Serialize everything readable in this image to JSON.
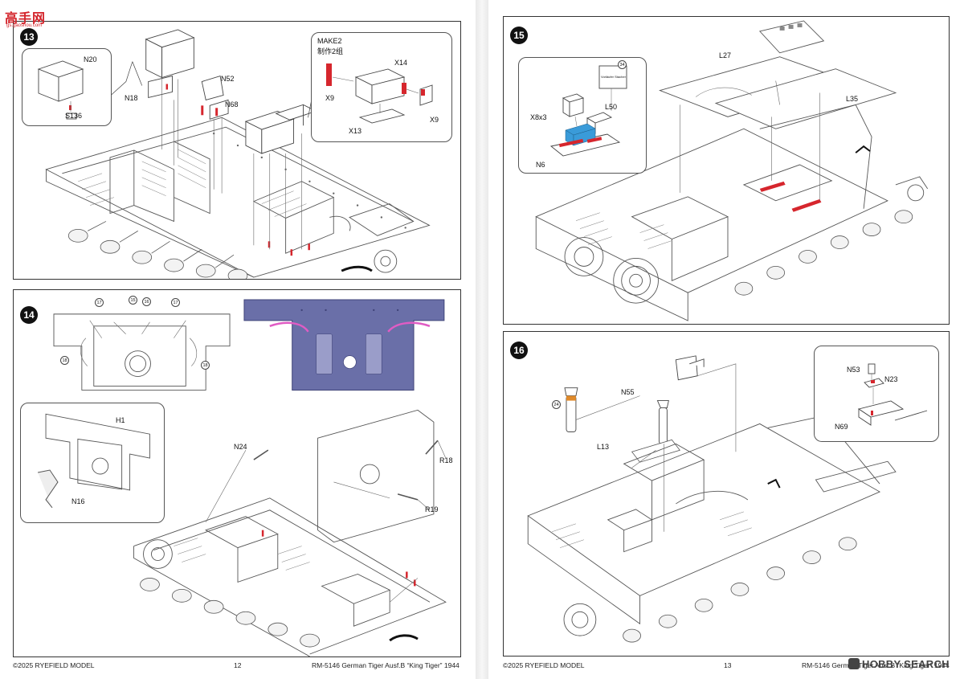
{
  "watermark": {
    "logo_text": "高手网",
    "url": "gs.gaoshou.com"
  },
  "left_page": {
    "footer_left": "©2025 RYEFIELD MODEL",
    "page_number": "12",
    "footer_right": "RM-5146 German Tiger Ausf.B “King Tiger” 1944",
    "step13": {
      "number": "13",
      "parts": [
        "N20",
        "S136",
        "N18",
        "N52",
        "N68"
      ],
      "make_box": {
        "title": "MAKE2",
        "subtitle": "制作2组",
        "parts": [
          "X14",
          "X9",
          "X9",
          "X13"
        ]
      }
    },
    "step14": {
      "number": "14",
      "callouts_top": [
        "17",
        "15",
        "16",
        "17",
        "18",
        "18"
      ],
      "parts": [
        "H1",
        "N16",
        "N24",
        "R18",
        "R19"
      ]
    }
  },
  "right_page": {
    "footer_left": "©2025 RYEFIELD MODEL",
    "page_number": "13",
    "footer_right": "RM-5146 German Tiger Ausf.B “King Tiger” 1944",
    "step15": {
      "number": "15",
      "parts": [
        "L27",
        "L35",
        "X8x3",
        "L50",
        "N6"
      ],
      "callouts": [
        "34"
      ],
      "sticker_text": "Vorläufer Stacher"
    },
    "step16": {
      "number": "16",
      "parts": [
        "N55",
        "L13",
        "N53",
        "N23",
        "N69"
      ],
      "callouts": [
        "24"
      ]
    }
  },
  "hobby_search": {
    "text": "HOBBY SEARCH"
  },
  "colors": {
    "red_part": "#d6262d",
    "blue_plate": "#6a6fa8",
    "blue_part": "#3a9bd9",
    "line": "#444444"
  }
}
